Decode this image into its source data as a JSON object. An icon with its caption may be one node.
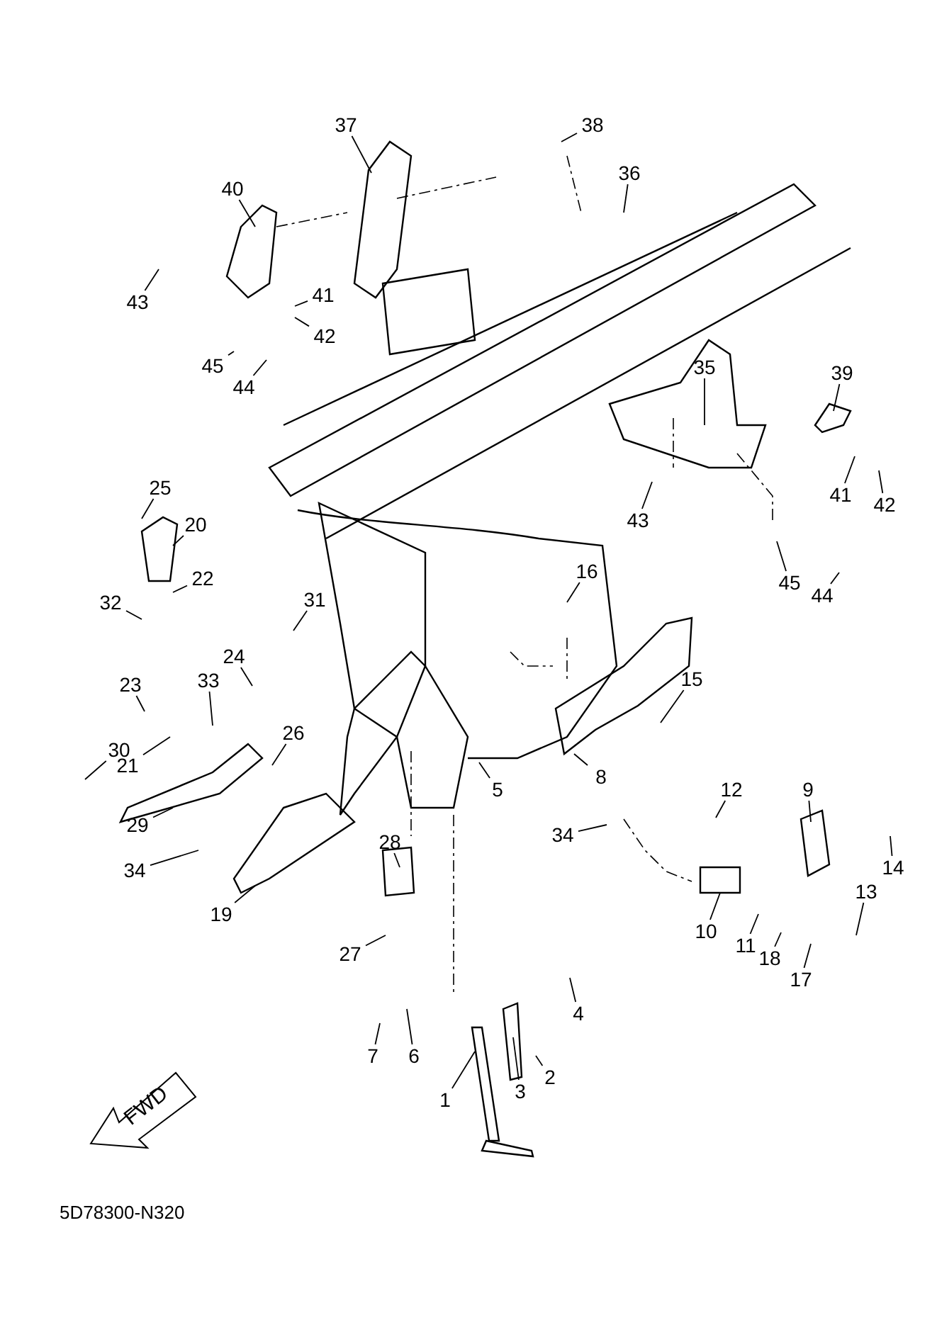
{
  "diagram": {
    "nodes": [
      {
        "text": [
          "37"
        ]
      },
      {
        "text": [
          "38"
        ]
      },
      {
        "text": [
          "36"
        ]
      },
      {
        "text": [
          "40"
        ]
      },
      {
        "text": [
          "43"
        ]
      },
      {
        "text": [
          "41"
        ]
      },
      {
        "text": [
          "42"
        ]
      },
      {
        "text": [
          "45"
        ]
      },
      {
        "text": [
          "44"
        ]
      },
      {
        "text": [
          "35"
        ]
      },
      {
        "text": [
          "39"
        ]
      },
      {
        "text": [
          "41"
        ]
      },
      {
        "text": [
          "42"
        ]
      },
      {
        "text": [
          "43"
        ]
      },
      {
        "text": [
          "45"
        ]
      },
      {
        "text": [
          "44"
        ]
      },
      {
        "text": [
          "25"
        ]
      },
      {
        "text": [
          "20"
        ]
      },
      {
        "text": [
          "22"
        ]
      },
      {
        "text": [
          "32"
        ]
      },
      {
        "text": [
          "31"
        ]
      },
      {
        "text": [
          "16"
        ]
      },
      {
        "text": [
          "24"
        ]
      },
      {
        "text": [
          "33"
        ]
      },
      {
        "text": [
          "23"
        ]
      },
      {
        "text": [
          "15"
        ]
      },
      {
        "text": [
          "21"
        ]
      },
      {
        "text": [
          "26"
        ]
      },
      {
        "text": [
          "30"
        ]
      },
      {
        "text": [
          "8"
        ]
      },
      {
        "text": [
          "29"
        ]
      },
      {
        "text": [
          "5"
        ]
      },
      {
        "text": [
          "34"
        ]
      },
      {
        "text": [
          "12"
        ]
      },
      {
        "text": [
          "9"
        ]
      },
      {
        "text": [
          "14"
        ]
      },
      {
        "text": [
          "28"
        ]
      },
      {
        "text": [
          "34"
        ]
      },
      {
        "text": [
          "19"
        ]
      },
      {
        "text": [
          "10"
        ]
      },
      {
        "text": [
          "11"
        ]
      },
      {
        "text": [
          "18"
        ]
      },
      {
        "text": [
          "17"
        ]
      },
      {
        "text": [
          "13"
        ]
      },
      {
        "text": [
          "27"
        ]
      },
      {
        "text": [
          "4"
        ]
      },
      {
        "text": [
          "7"
        ]
      },
      {
        "text": [
          "6"
        ]
      },
      {
        "text": [
          "2"
        ]
      },
      {
        "text": [
          "3"
        ]
      },
      {
        "text": [
          "1"
        ]
      },
      {
        "text": [
          "FWD"
        ]
      }
    ],
    "edges": [
      {
        "from": 0,
        "to": null,
        "arrow": "none"
      },
      {
        "from": 1,
        "to": null,
        "arrow": "none"
      },
      {
        "from": 2,
        "to": null,
        "arrow": "none"
      },
      {
        "from": 3,
        "to": null,
        "arrow": "none"
      },
      {
        "from": 4,
        "to": null,
        "arrow": "none"
      },
      {
        "from": 5,
        "to": null,
        "arrow": "none"
      },
      {
        "from": 6,
        "to": null,
        "arrow": "none"
      },
      {
        "from": 7,
        "to": null,
        "arrow": "none"
      },
      {
        "from": 8,
        "to": null,
        "arrow": "none"
      },
      {
        "from": 9,
        "to": null,
        "arrow": "none"
      },
      {
        "from": 10,
        "to": null,
        "arrow": "none"
      },
      {
        "from": 11,
        "to": null,
        "arrow": "none"
      },
      {
        "from": 12,
        "to": null,
        "arrow": "none"
      },
      {
        "from": 13,
        "to": null,
        "arrow": "none"
      },
      {
        "from": 14,
        "to": null,
        "arrow": "none"
      },
      {
        "from": 15,
        "to": null,
        "arrow": "none"
      },
      {
        "from": 16,
        "to": null,
        "arrow": "none"
      },
      {
        "from": 17,
        "to": null,
        "arrow": "none"
      },
      {
        "from": 18,
        "to": null,
        "arrow": "none"
      },
      {
        "from": 19,
        "to": null,
        "arrow": "none"
      },
      {
        "from": 20,
        "to": null,
        "arrow": "none"
      },
      {
        "from": 21,
        "to": null,
        "arrow": "none"
      },
      {
        "from": 22,
        "to": null,
        "arrow": "none"
      },
      {
        "from": 23,
        "to": null,
        "arrow": "none"
      },
      {
        "from": 24,
        "to": null,
        "arrow": "none"
      },
      {
        "from": 25,
        "to": null,
        "arrow": "none"
      },
      {
        "from": 26,
        "to": null,
        "arrow": "none"
      },
      {
        "from": 27,
        "to": null,
        "arrow": "none"
      },
      {
        "from": 28,
        "to": null,
        "arrow": "none"
      },
      {
        "from": 29,
        "to": null,
        "arrow": "none"
      },
      {
        "from": 30,
        "to": null,
        "arrow": "none"
      },
      {
        "from": 31,
        "to": null,
        "arrow": "none"
      },
      {
        "from": 32,
        "to": null,
        "arrow": "none"
      },
      {
        "from": 33,
        "to": null,
        "arrow": "none"
      },
      {
        "from": 34,
        "to": null,
        "arrow": "none"
      },
      {
        "from": 35,
        "to": null,
        "arrow": "none"
      },
      {
        "from": 36,
        "to": null,
        "arrow": "none"
      },
      {
        "from": 37,
        "to": null,
        "arrow": "none"
      },
      {
        "from": 38,
        "to": null,
        "arrow": "none"
      },
      {
        "from": 39,
        "to": null,
        "arrow": "none"
      },
      {
        "from": 40,
        "to": null,
        "arrow": "none"
      },
      {
        "from": 41,
        "to": null,
        "arrow": "none"
      },
      {
        "from": 42,
        "to": null,
        "arrow": "none"
      },
      {
        "from": 43,
        "to": null,
        "arrow": "none"
      },
      {
        "from": 44,
        "to": null,
        "arrow": "none"
      },
      {
        "from": 45,
        "to": null,
        "arrow": "none"
      },
      {
        "from": 46,
        "to": null,
        "arrow": "none"
      },
      {
        "from": 47,
        "to": null,
        "arrow": "none"
      },
      {
        "from": 48,
        "to": null,
        "arrow": "none"
      },
      {
        "from": 49,
        "to": null,
        "arrow": "none"
      },
      {
        "from": 50,
        "to": null,
        "arrow": "none"
      }
    ],
    "labels": [
      "5D78300-N320"
    ]
  }
}
